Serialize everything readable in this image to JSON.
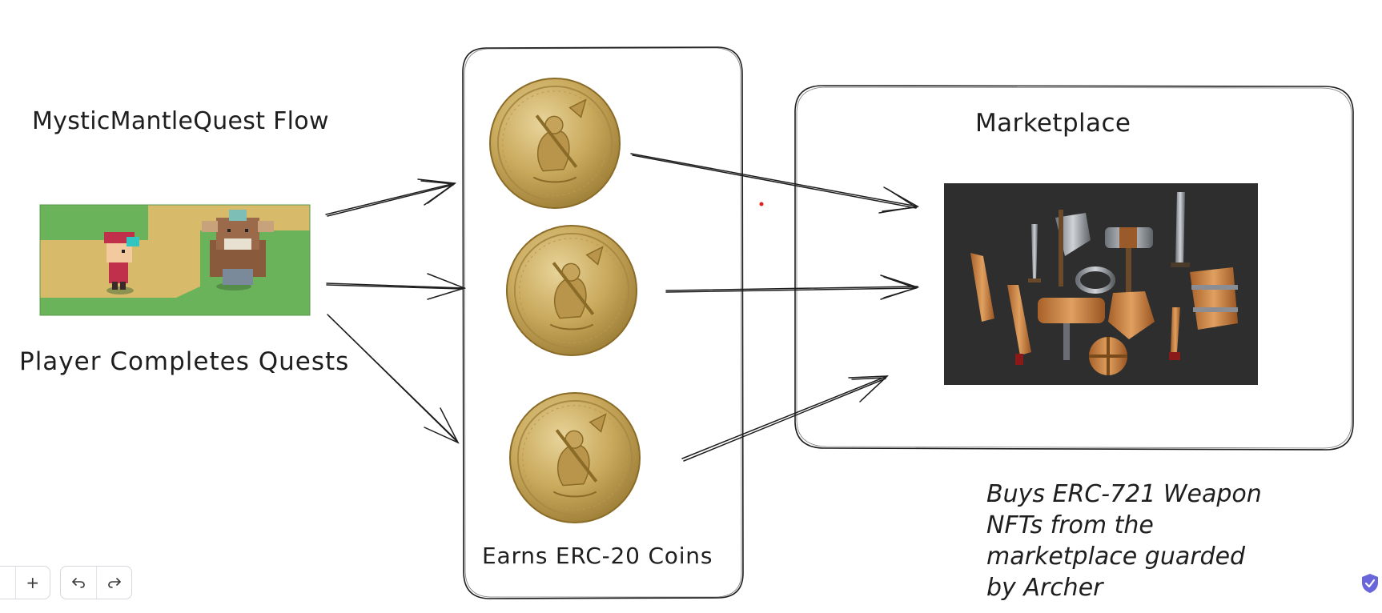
{
  "diagram": {
    "title": "MysticMantleQuest Flow",
    "player_label": "Player Completes Quests",
    "coins_label": "Earns ERC-20 Coins",
    "marketplace_label": "Marketplace",
    "buys_lines": [
      "Buys ERC-721 Weapon",
      "NFTs from the",
      "marketplace guarded",
      "by Archer"
    ]
  },
  "toolbar": {
    "add_label": "+",
    "undo_icon": "undo-icon",
    "redo_icon": "redo-icon"
  },
  "colors": {
    "stroke": "#1e1e1e",
    "grass": "#6ab35a",
    "path": "#d8bb6a",
    "coin": "#c9a95c",
    "marketplace_bg": "#2e2e2e",
    "accent": "#6965db"
  }
}
